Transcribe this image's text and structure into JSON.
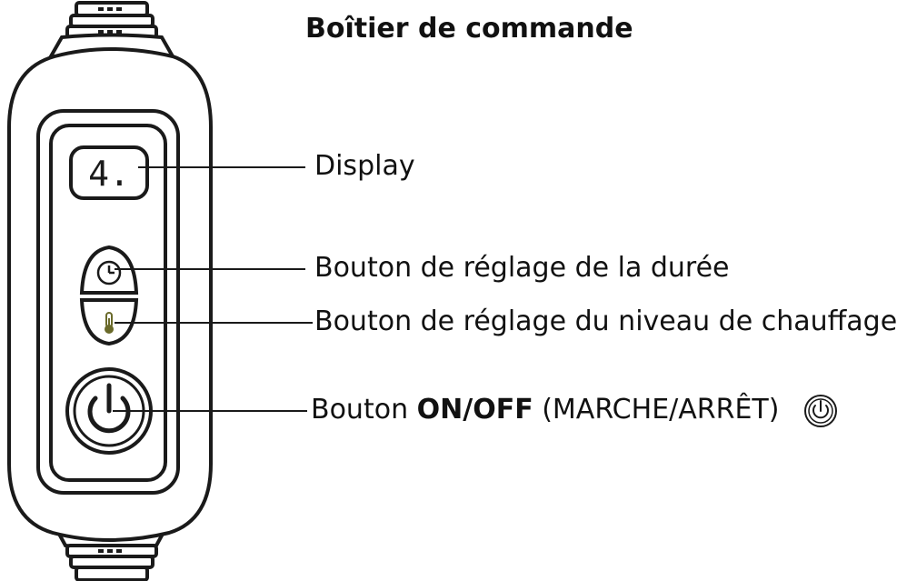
{
  "title": "Boîtier de commande",
  "display": {
    "digit": "4.",
    "label": "Display"
  },
  "duration_button": {
    "label": "Bouton de réglage de la durée",
    "icon": "clock-icon"
  },
  "heat_button": {
    "label": "Bouton de réglage du niveau de chauffage",
    "icon": "thermometer-icon"
  },
  "power_button": {
    "label_prefix": "Bouton ",
    "label_bold": "ON/OFF",
    "label_suffix": " (MARCHE/ARRÊT)",
    "icon": "power-icon"
  },
  "colors": {
    "outline": "#1a1a1a",
    "thermometer_fill": "#6a6a2a"
  }
}
